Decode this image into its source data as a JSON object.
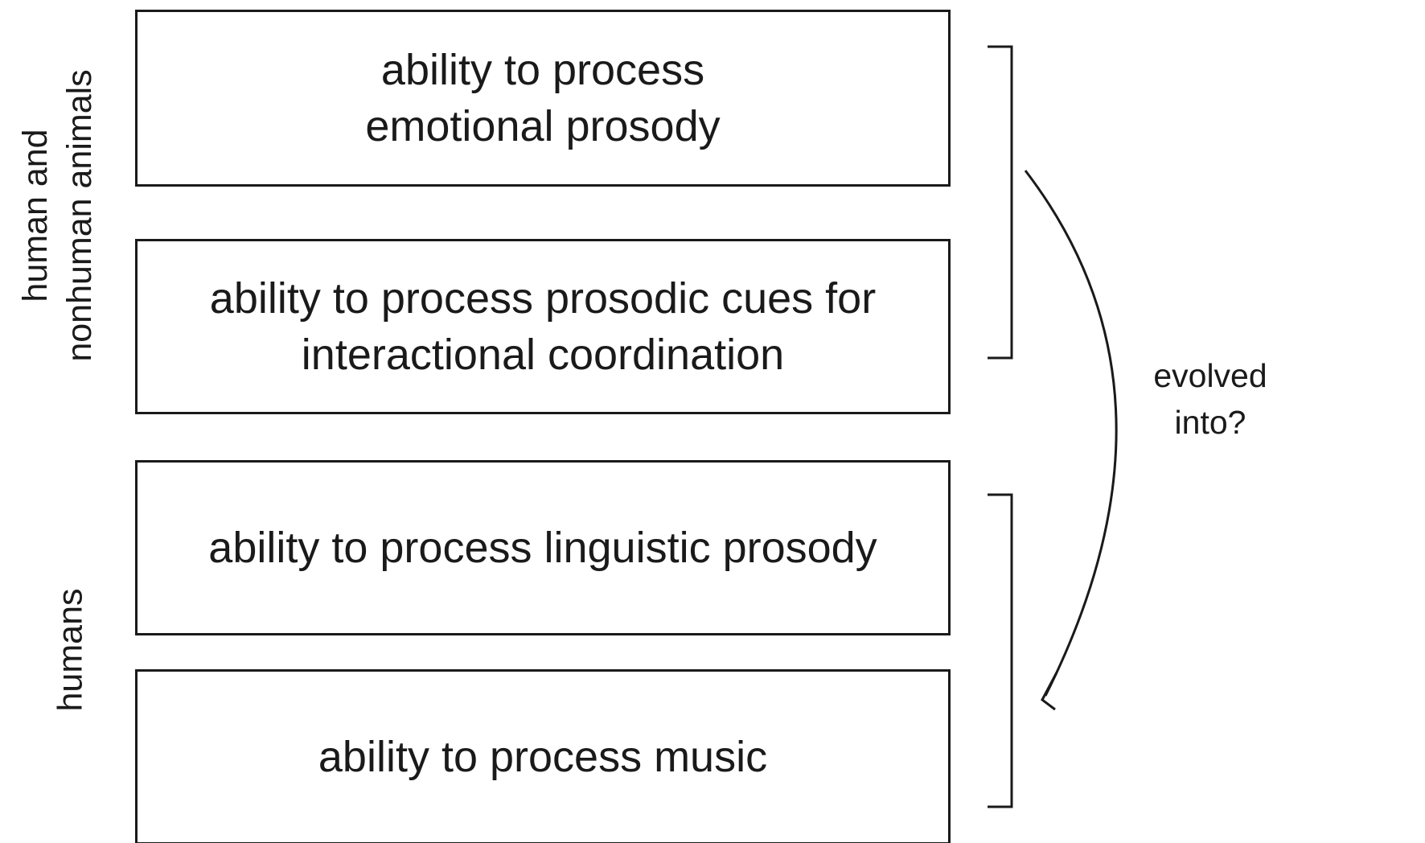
{
  "group_labels": {
    "top": [
      "human and",
      "nonhuman animals"
    ],
    "bottom": [
      "humans"
    ]
  },
  "boxes": [
    {
      "lines": [
        "ability to process",
        "emotional prosody"
      ]
    },
    {
      "lines": [
        "ability to process prosodic cues for",
        "interactional coordination"
      ]
    },
    {
      "lines": [
        "ability to process linguistic prosody"
      ]
    },
    {
      "lines": [
        "ability to process music"
      ]
    }
  ],
  "arrow_label": [
    "evolved",
    "into?"
  ],
  "colors": {
    "stroke": "#1a1a1a",
    "background": "#ffffff"
  }
}
